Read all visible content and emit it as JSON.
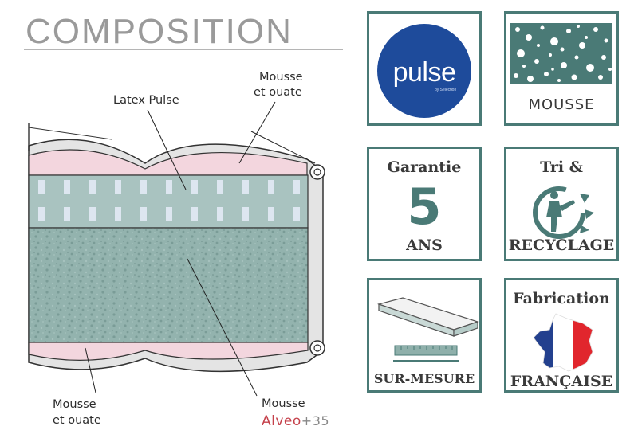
{
  "title": "COMPOSITION",
  "labels": {
    "top_right": [
      "Mousse",
      "et ouate"
    ],
    "latex": "Latex Pulse",
    "bottom_left": [
      "Mousse",
      "et ouate"
    ],
    "bottom_right": "Mousse"
  },
  "brand": {
    "name": "Alveo",
    "suffix": "+35"
  },
  "cards": {
    "pulse": {
      "logo_text": "pulse",
      "logo_sub": "by Sélection"
    },
    "mousse": {
      "caption": "MOUSSE"
    },
    "garantie": {
      "top": "Garantie",
      "number": "5",
      "bottom": "ANS"
    },
    "tri": {
      "top": "Tri &",
      "bottom": "RECYCLAGE",
      "icon": "triman-recycling-icon"
    },
    "sur_mesure": {
      "caption": "SUR-MESURE",
      "icon": "mattress-ruler-icon"
    },
    "fabrication": {
      "top": "Fabrication",
      "bottom": "FRANÇAISE",
      "icon": "france-flag-map-icon"
    }
  },
  "colors": {
    "teal": "#4a7a76",
    "pink": "#f3d6de",
    "latex": "#a9c3c0",
    "foam": "#8fb0ab",
    "pulse_blue": "#1e4b9b",
    "brand_red": "#c5414b"
  }
}
